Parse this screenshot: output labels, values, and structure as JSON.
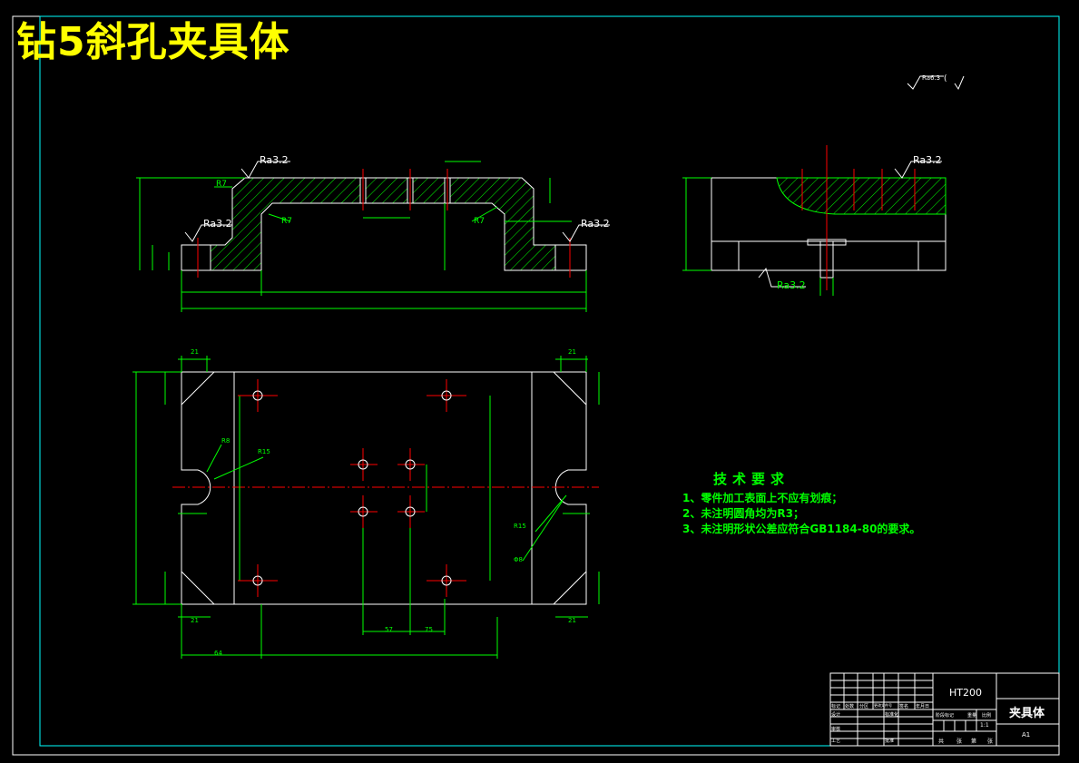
{
  "drawing": {
    "title": "钻5斜孔夹具体",
    "roughness": {
      "ra32": "Ra3.2",
      "ra32_b": "Ra3.2",
      "ra32_c": "Ra3.2",
      "ra32_d": "Ra3.2",
      "general": "Ra6.3",
      "general_paren": "(",
      "sym": "√"
    },
    "labels": {
      "r7_a": "R7",
      "r7_b": "R7",
      "r7_c": "R7",
      "r8": "R8",
      "r15_a": "R15",
      "r15_b": "R15",
      "d8": "Φ8",
      "dim_21": "21",
      "dim_21b": "21",
      "dim_21c": "21",
      "dim_21d": "21",
      "dim_64": "64",
      "dim_57": "57",
      "dim_75": "75"
    },
    "tech": {
      "heading": "技术要求",
      "items": [
        "1、零件加工表面上不应有划痕；",
        "2、未注明圆角均为R3；",
        "3、未注明形状公差应符合GB1184-80的要求。"
      ]
    },
    "title_block": {
      "material": "HT200",
      "part_name": "夹具体",
      "scale": "1:1",
      "sheet": "A1",
      "rows": [
        "标记",
        "设计",
        "审核",
        "工艺"
      ],
      "cols": [
        "处数",
        "分区",
        "更改文件号",
        "签名",
        "年月日"
      ],
      "stage": [
        "阶段标记",
        "重量",
        "比例"
      ],
      "footer": [
        "共",
        "张",
        "第",
        "张"
      ],
      "approve": [
        "标准化",
        "批准"
      ]
    }
  },
  "colors": {
    "background": "#000000",
    "outline": "#ffffff",
    "dimension": "#00ff00",
    "centerline": "#ff0000",
    "title": "#ffff00",
    "border": "#00ffff"
  }
}
